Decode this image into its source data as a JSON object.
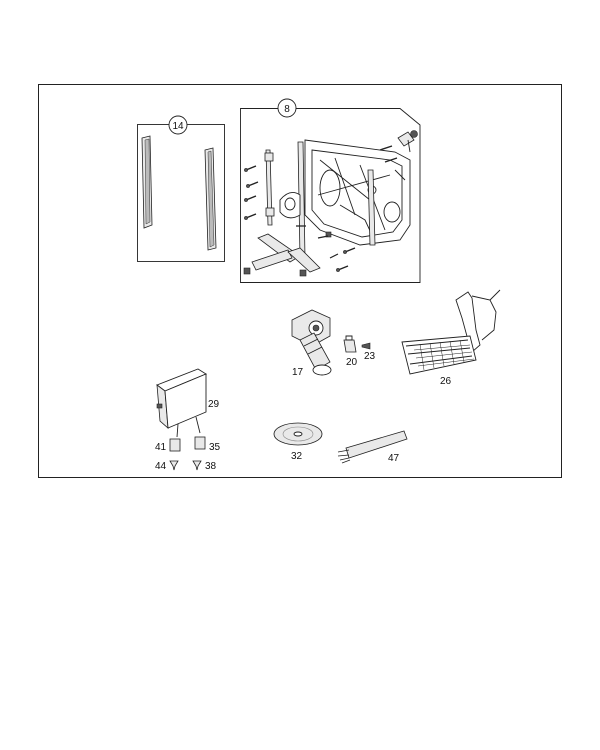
{
  "diagram": {
    "callouts": {
      "p8": "8",
      "p14": "14",
      "p17": "17",
      "p20": "20",
      "p23": "23",
      "p26": "26",
      "p29": "29",
      "p32": "32",
      "p35": "35",
      "p38": "38",
      "p41": "41",
      "p44": "44",
      "p47": "47"
    }
  }
}
